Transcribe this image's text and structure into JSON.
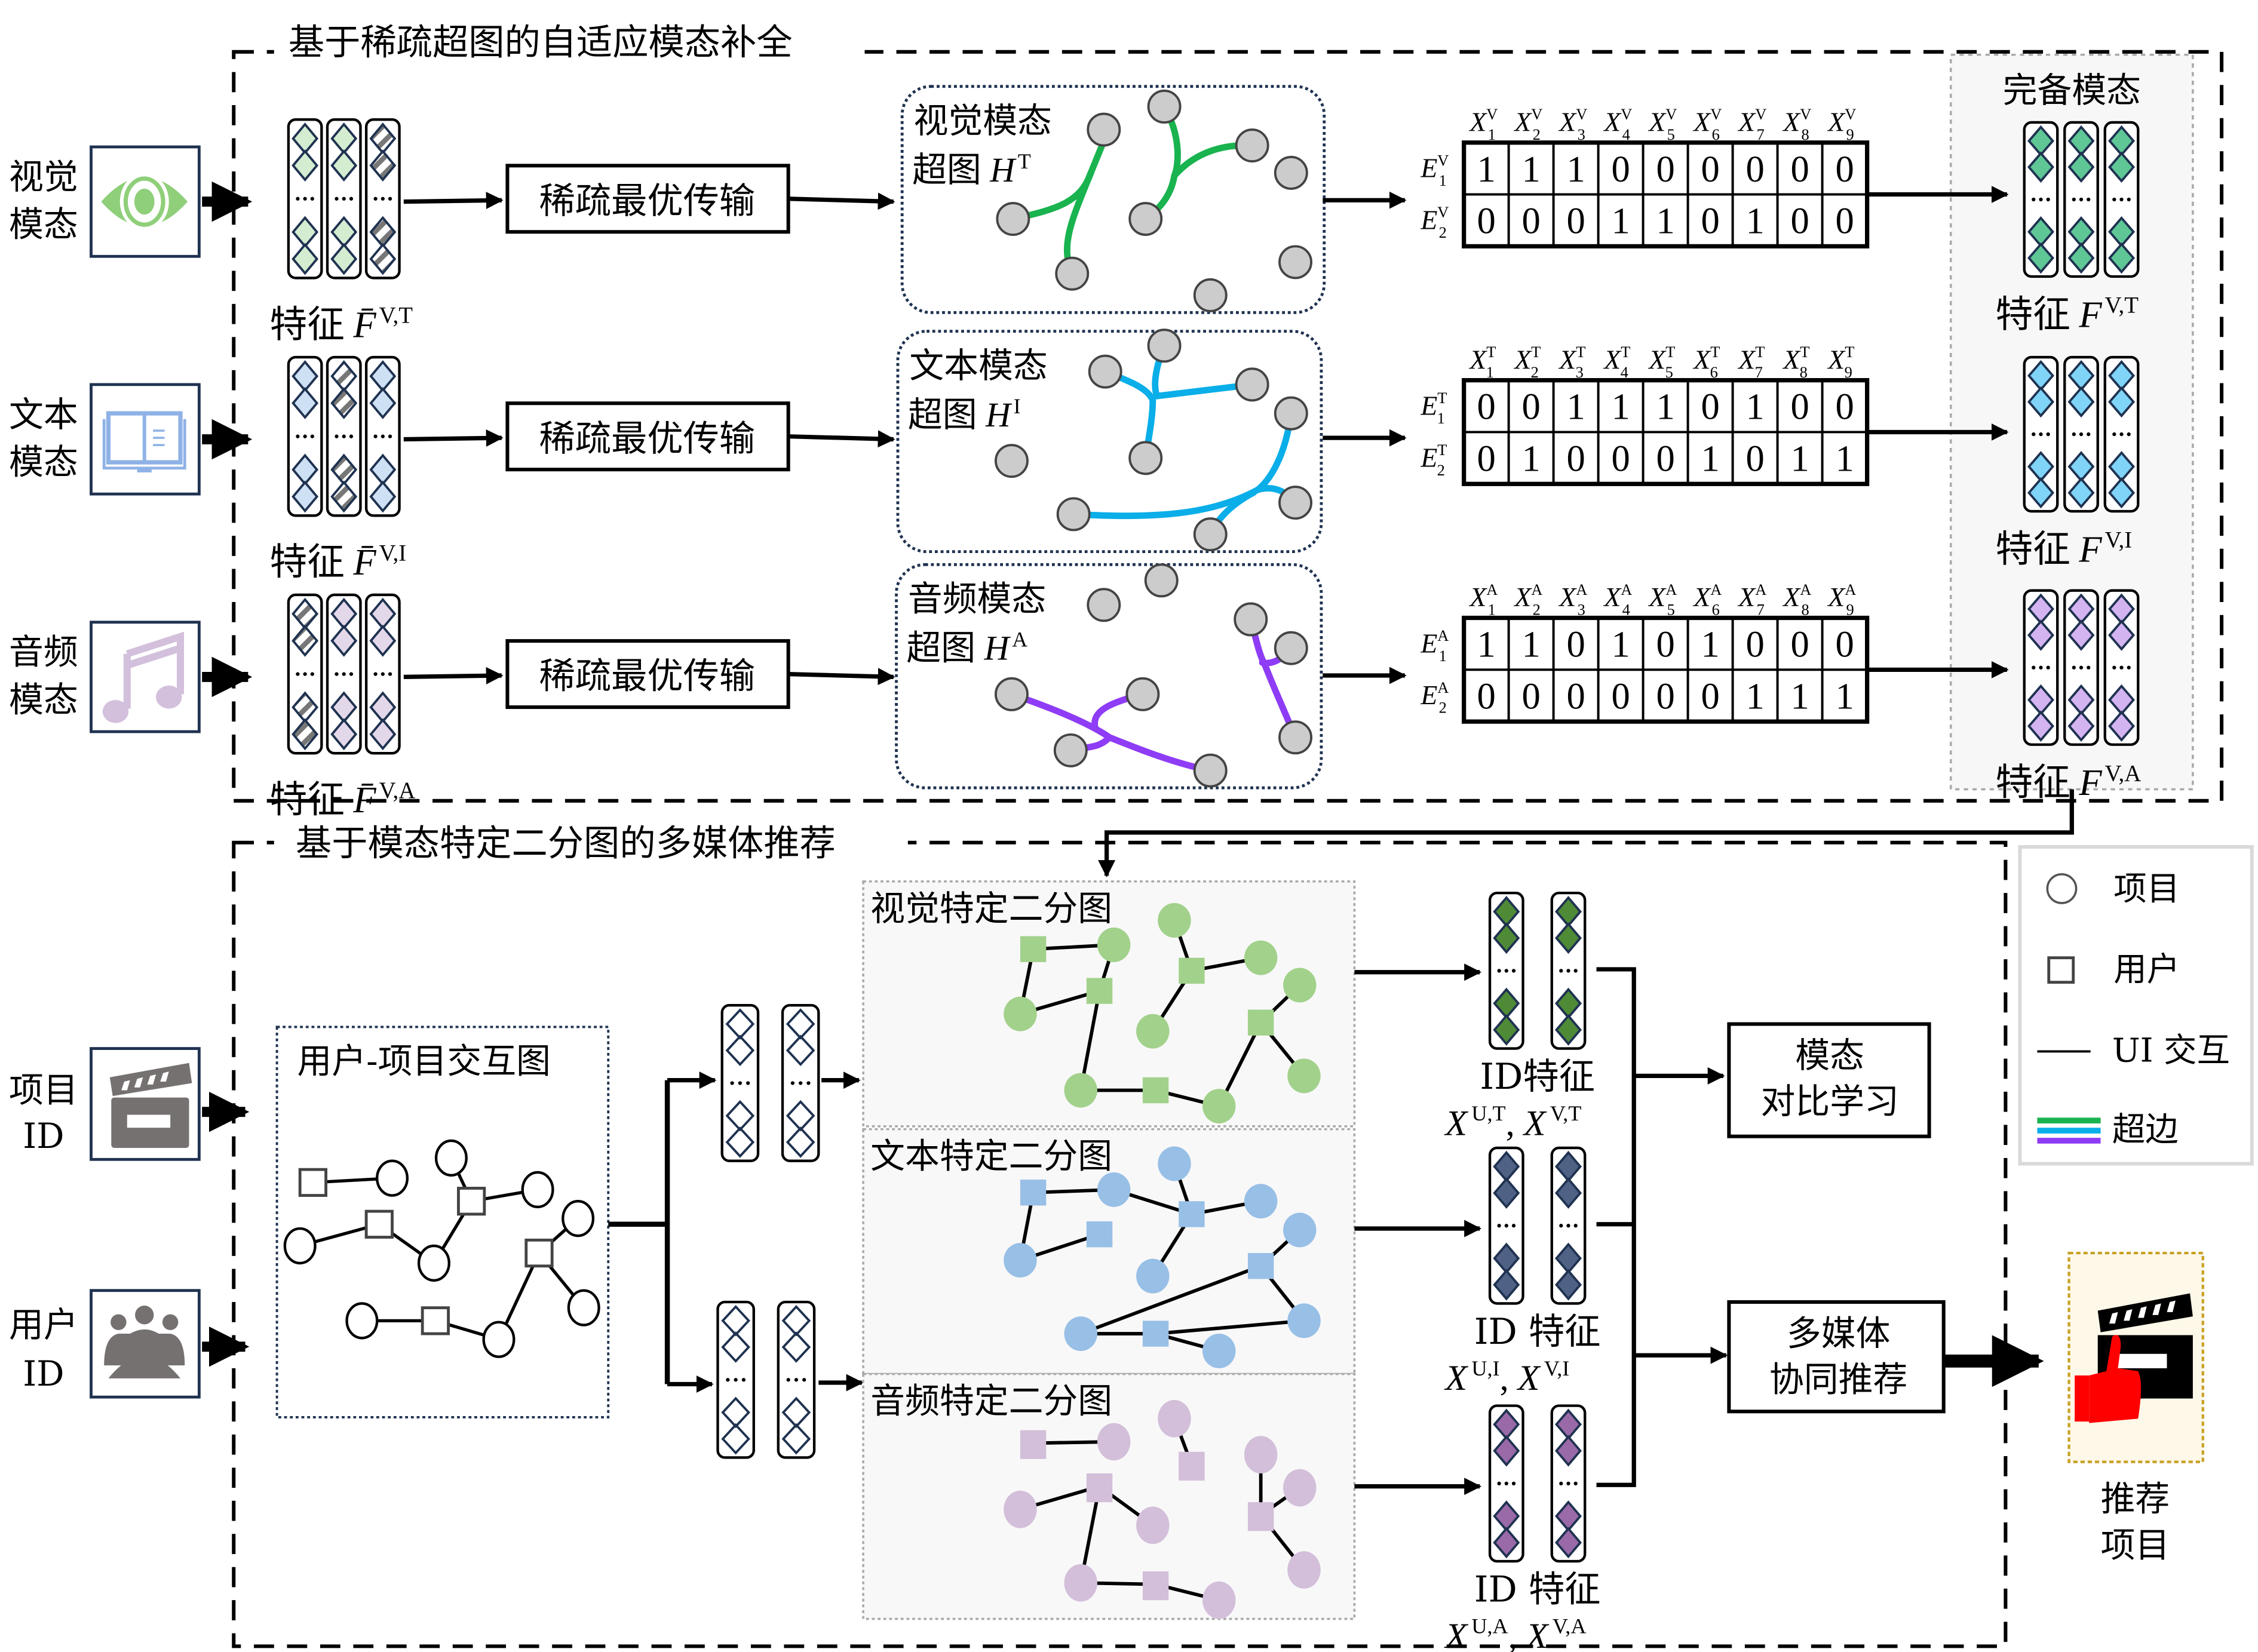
{
  "top_section": {
    "title": "基于稀疏超图的自适应模态补全",
    "modalities": [
      {
        "label_line1": "视觉",
        "label_line2": "模态",
        "icon": "eye-icon",
        "color": "#8fcf7a",
        "feature_label": "特征",
        "feature_symbol": "F̄",
        "feature_sup": "V,T",
        "ot_label": "稀疏最优传输",
        "hypergraph_line1": "视觉模态",
        "hypergraph_line2": "超图",
        "hypergraph_symbol": "H",
        "hypergraph_sup": "T",
        "hyperedge_color": "#19b34f",
        "diamond_fill": "#d4ecd0",
        "hatched_column": 3,
        "matrix": {
          "col_prefix": "X",
          "col_sup": "V",
          "row_prefix": "E",
          "row_sup": "V",
          "rows": [
            [
              1,
              1,
              1,
              0,
              0,
              0,
              0,
              0,
              0
            ],
            [
              0,
              0,
              0,
              1,
              1,
              0,
              1,
              0,
              0
            ]
          ]
        },
        "complete_feature_label": "特征",
        "complete_symbol": "F",
        "complete_sup": "V,T",
        "complete_fill": "#5fc796"
      },
      {
        "label_line1": "文本",
        "label_line2": "模态",
        "icon": "book-icon",
        "color": "#8fb2e6",
        "feature_label": "特征",
        "feature_symbol": "F̄",
        "feature_sup": "V,I",
        "ot_label": "稀疏最优传输",
        "hypergraph_line1": "文本模态",
        "hypergraph_line2": "超图",
        "hypergraph_symbol": "H",
        "hypergraph_sup": "I",
        "hyperedge_color": "#0aaee8",
        "diamond_fill": "#cde0f4",
        "hatched_column": 2,
        "matrix": {
          "col_prefix": "X",
          "col_sup": "T",
          "row_prefix": "E",
          "row_sup": "T",
          "rows": [
            [
              0,
              0,
              1,
              1,
              1,
              0,
              1,
              0,
              0
            ],
            [
              0,
              1,
              0,
              0,
              0,
              1,
              0,
              1,
              1
            ]
          ]
        },
        "complete_feature_label": "特征",
        "complete_symbol": "F",
        "complete_sup": "V,I",
        "complete_fill": "#7fd4f7"
      },
      {
        "label_line1": "音频",
        "label_line2": "模态",
        "icon": "music-note-icon",
        "color": "#d3c0dc",
        "feature_label": "特征",
        "feature_symbol": "F̄",
        "feature_sup": "V,A",
        "ot_label": "稀疏最优传输",
        "hypergraph_line1": "音频模态",
        "hypergraph_line2": "超图",
        "hypergraph_symbol": "H",
        "hypergraph_sup": "A",
        "hyperedge_color": "#8e3cf5",
        "diamond_fill": "#e3d8ea",
        "hatched_column": 1,
        "matrix": {
          "col_prefix": "X",
          "col_sup": "A",
          "row_prefix": "E",
          "row_sup": "A",
          "rows": [
            [
              1,
              1,
              0,
              1,
              0,
              1,
              0,
              0,
              0
            ],
            [
              0,
              0,
              0,
              0,
              0,
              0,
              1,
              1,
              1
            ]
          ]
        },
        "complete_feature_label": "特征",
        "complete_symbol": "F",
        "complete_sup": "V,A",
        "complete_fill": "#d4b3f1"
      }
    ],
    "complete_panel_title": "完备模态"
  },
  "bottom_section": {
    "title": "基于模态特定二分图的多媒体推荐",
    "inputs": [
      {
        "label_line1": "项目",
        "label_line2": "ID",
        "icon": "clapperboard-icon"
      },
      {
        "label_line1": "用户",
        "label_line2": "ID",
        "icon": "users-icon"
      }
    ],
    "interaction_graph_title": "用户-项目交互图",
    "bipartite_graphs": [
      {
        "title": "视觉特定二分图",
        "color": "#a2d18b",
        "vec_fill": "#4f8a37"
      },
      {
        "title": "文本特定二分图",
        "color": "#98bfe6",
        "vec_fill": "#4f6285"
      },
      {
        "title": "音频特定二分图",
        "color": "#d3bfda",
        "vec_fill": "#9a6aa8"
      }
    ],
    "id_features": [
      {
        "label": "ID特征",
        "u_symbol": "X",
        "u_sup": "U,T",
        "v_symbol": "X",
        "v_sup": "V,T"
      },
      {
        "label": "ID 特征",
        "u_symbol": "X",
        "u_sup": "U,I",
        "v_symbol": "X",
        "v_sup": "V,I"
      },
      {
        "label": "ID 特征",
        "u_symbol": "X",
        "u_sup": "U,A",
        "v_symbol": "X",
        "v_sup": "V,A"
      }
    ],
    "contrastive_box": {
      "line1": "模态",
      "line2": "对比学习"
    },
    "recommend_box": {
      "line1": "多媒体",
      "line2": "协同推荐"
    },
    "output": {
      "line1": "推荐",
      "line2": "项目",
      "icon": "recommended-item-icon"
    }
  },
  "legend": {
    "items": [
      {
        "symbol": "circle",
        "label": "项目"
      },
      {
        "symbol": "square",
        "label": "用户"
      },
      {
        "symbol": "line",
        "label": "UI 交互"
      },
      {
        "symbol": "hyperedge-lines",
        "label": "超边"
      }
    ],
    "hyperedge_colors": [
      "#19b34f",
      "#0aaee8",
      "#8e3cf5"
    ]
  },
  "ellipsis": "…"
}
